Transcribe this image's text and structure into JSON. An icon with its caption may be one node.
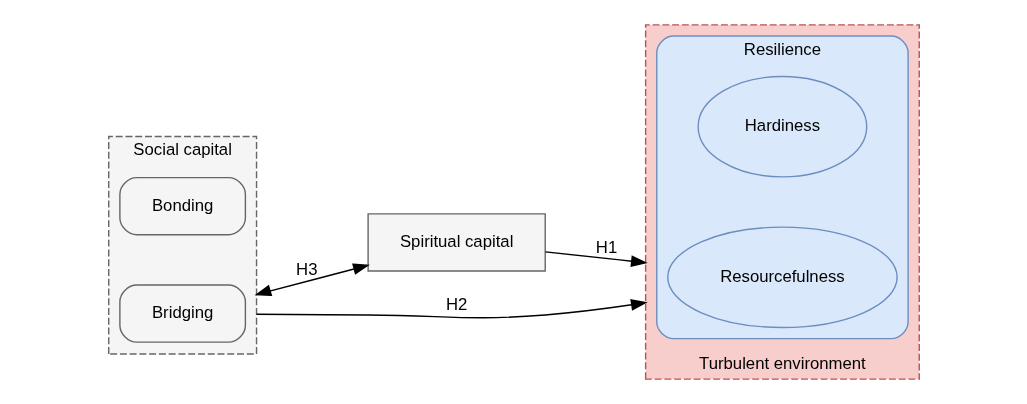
{
  "diagram": {
    "nodes": [
      {
        "text": [
          "Spiritual capital"
        ]
      },
      {
        "text": [
          "Social capital"
        ]
      },
      {
        "text": [
          "Bonding"
        ],
        "in": 1
      },
      {
        "text": [
          "Bridging"
        ],
        "in": 1
      },
      {
        "text": [
          "Turbulent environment"
        ]
      },
      {
        "text": [
          "Resilience"
        ],
        "in": 4
      },
      {
        "text": [
          "Hardiness"
        ],
        "in": 5
      },
      {
        "text": [
          "Resourcefulness"
        ],
        "in": 5
      }
    ],
    "edges": [
      {
        "from": 1,
        "to": 0,
        "arrow": "both",
        "label": "H3"
      },
      {
        "from": 0,
        "to": 4,
        "arrow": "to",
        "label": "H1"
      },
      {
        "from": 1,
        "to": 4,
        "arrow": "to",
        "label": "H2"
      }
    ]
  }
}
